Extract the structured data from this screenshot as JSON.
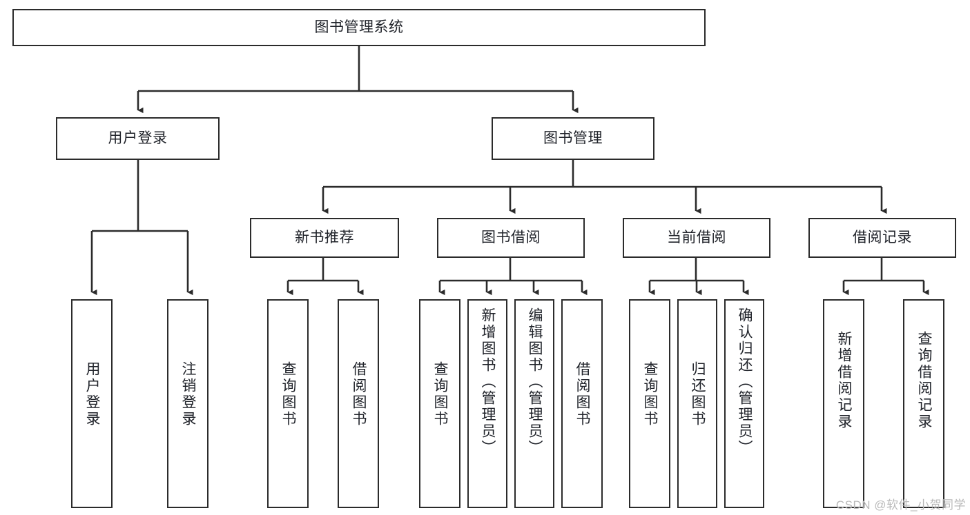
{
  "diagram": {
    "title": "图书管理系统",
    "type": "tree-hierarchy-diagram",
    "colors": {
      "box_border": "#2b2b2b",
      "box_fill": "#ffffff",
      "connector": "#2b2b2b",
      "text": "#20232a",
      "watermark": "#b9b9b9",
      "background": "#ffffff"
    },
    "root": {
      "label": "图书管理系统",
      "orientation": "horizontal"
    },
    "level2": [
      {
        "label": "用户登录",
        "orientation": "horizontal"
      },
      {
        "label": "图书管理",
        "orientation": "horizontal"
      }
    ],
    "level3": [
      {
        "label": "新书推荐",
        "orientation": "horizontal"
      },
      {
        "label": "图书借阅",
        "orientation": "horizontal"
      },
      {
        "label": "当前借阅",
        "orientation": "horizontal"
      },
      {
        "label": "借阅记录",
        "orientation": "horizontal"
      }
    ],
    "leaves": {
      "user_login": [
        {
          "label": "用户登录",
          "orientation": "vertical"
        },
        {
          "label": "注销登录",
          "orientation": "vertical"
        }
      ],
      "new_book_recommend": [
        {
          "label": "查询图书",
          "orientation": "vertical"
        },
        {
          "label": "借阅图书",
          "orientation": "vertical"
        }
      ],
      "book_borrow": [
        {
          "label": "查询图书",
          "orientation": "vertical"
        },
        {
          "label": "新增图书（管理员）",
          "orientation": "vertical"
        },
        {
          "label": "编辑图书（管理员）",
          "orientation": "vertical"
        },
        {
          "label": "借阅图书",
          "orientation": "vertical"
        }
      ],
      "current_borrow": [
        {
          "label": "查询图书",
          "orientation": "vertical"
        },
        {
          "label": "归还图书",
          "orientation": "vertical"
        },
        {
          "label": "确认归还（管理员）",
          "orientation": "vertical"
        }
      ],
      "borrow_record": [
        {
          "label": "新增借阅记录",
          "orientation": "vertical"
        },
        {
          "label": "查询借阅记录",
          "orientation": "vertical"
        }
      ]
    },
    "watermark": "CSDN @软件_小贺同学"
  }
}
